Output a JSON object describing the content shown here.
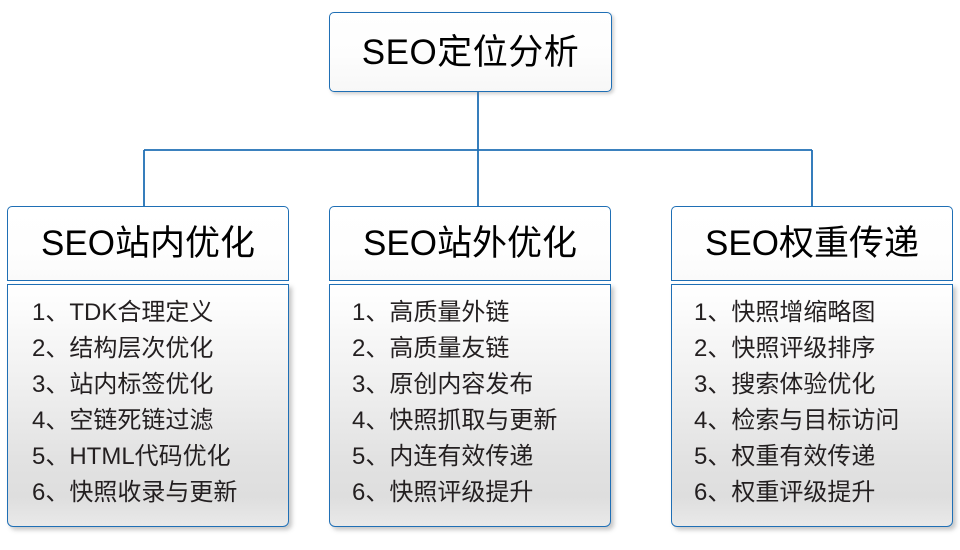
{
  "diagram": {
    "title": "SEO定位分析",
    "accent_color": "#1f6fb5",
    "text_color": "#231f20",
    "root": {
      "label": "SEO定位分析"
    },
    "branches": [
      {
        "header": "SEO站内优化",
        "items": [
          "1、TDK合理定义",
          "2、结构层次优化",
          "3、站内标签优化",
          "4、空链死链过滤",
          "5、HTML代码优化",
          "6、快照收录与更新"
        ]
      },
      {
        "header": "SEO站外优化",
        "items": [
          "1、高质量外链",
          "2、高质量友链",
          "3、原创内容发布",
          "4、快照抓取与更新",
          "5、内连有效传递",
          "6、快照评级提升"
        ]
      },
      {
        "header": "SEO权重传递",
        "items": [
          "1、快照增缩略图",
          "2、快照评级排序",
          "3、搜索体验优化",
          "4、检索与目标访问",
          "5、权重有效传递",
          "6、权重评级提升"
        ]
      }
    ]
  }
}
